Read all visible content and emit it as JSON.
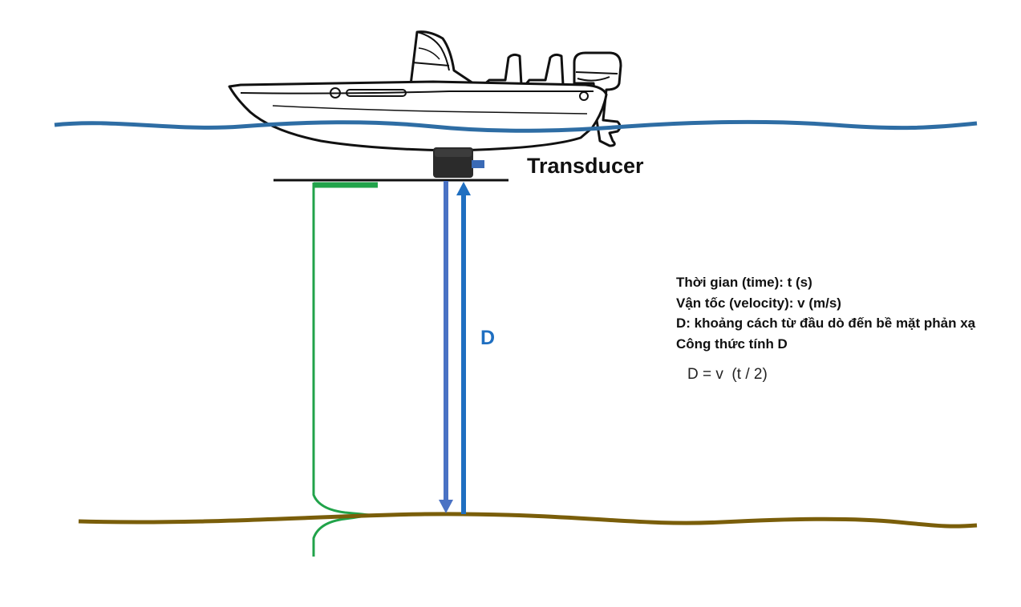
{
  "labels": {
    "transducer": "Transducer",
    "depth": "D"
  },
  "notes": [
    "Thời gian (time): t (s)",
    "Vận tốc (velocity): v (m/s)",
    "D: khoảng cách từ đầu dò đến bề mặt phản xạ",
    "Công thức tính D"
  ],
  "formula": "D = v  (t / 2)",
  "colors": {
    "water": "#2e6da4",
    "seabed": "#7a5e0a",
    "echo_signal": "#21a34a",
    "down_arrow": "#4a72c4",
    "up_arrow": "#1f6fc1",
    "transducer_body": "#2b2b2b"
  },
  "icons": {
    "boat": "boat-icon",
    "transducer": "transducer-icon"
  }
}
